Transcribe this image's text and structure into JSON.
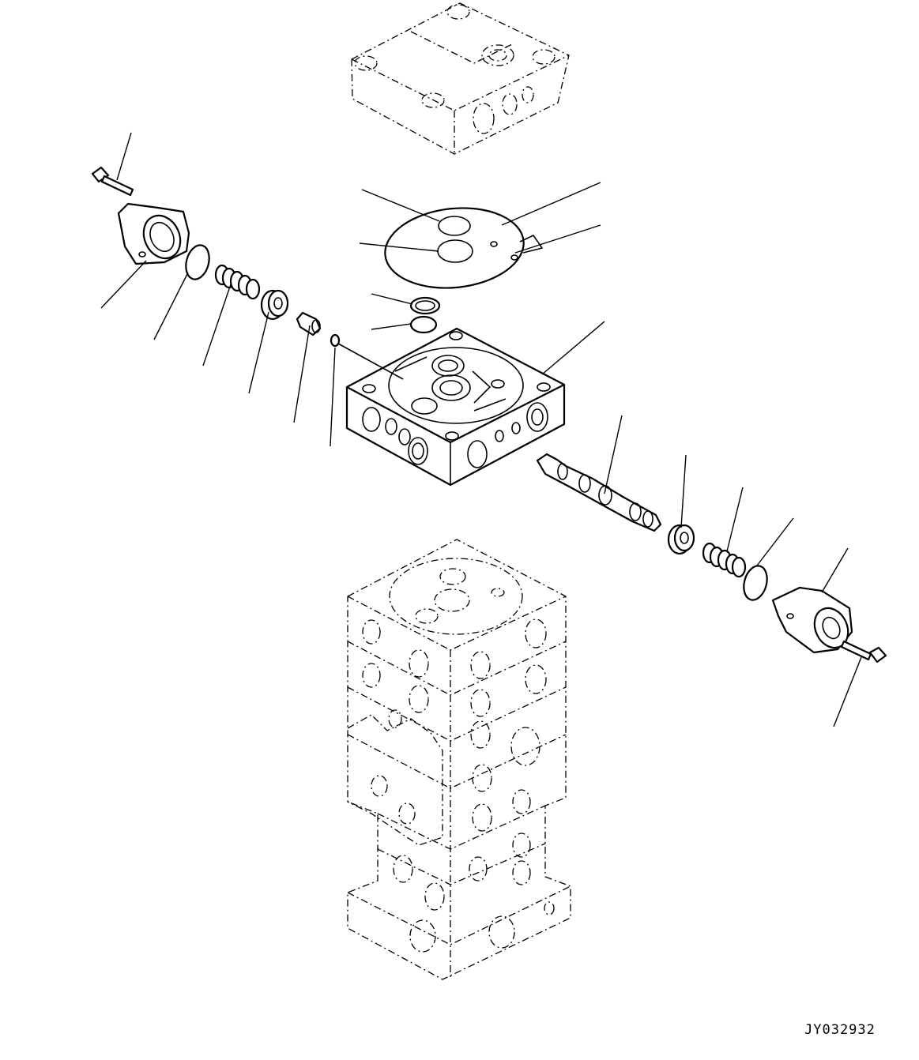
{
  "diagram": {
    "reference_code": "JY032932",
    "parts": [
      {
        "name": "upper-valve-block-section"
      },
      {
        "name": "gasket-plate"
      },
      {
        "name": "o-ring-large"
      },
      {
        "name": "o-ring-small"
      },
      {
        "name": "valve-section-body"
      },
      {
        "name": "left-flange-bolt"
      },
      {
        "name": "left-spool-cap"
      },
      {
        "name": "left-o-ring"
      },
      {
        "name": "left-spring"
      },
      {
        "name": "left-spring-seat"
      },
      {
        "name": "small-plug"
      },
      {
        "name": "small-o-ring"
      },
      {
        "name": "spool"
      },
      {
        "name": "right-spring-seat"
      },
      {
        "name": "right-spring"
      },
      {
        "name": "right-o-ring"
      },
      {
        "name": "right-spool-cap"
      },
      {
        "name": "right-flange-bolt"
      },
      {
        "name": "lower-valve-stack"
      }
    ]
  }
}
